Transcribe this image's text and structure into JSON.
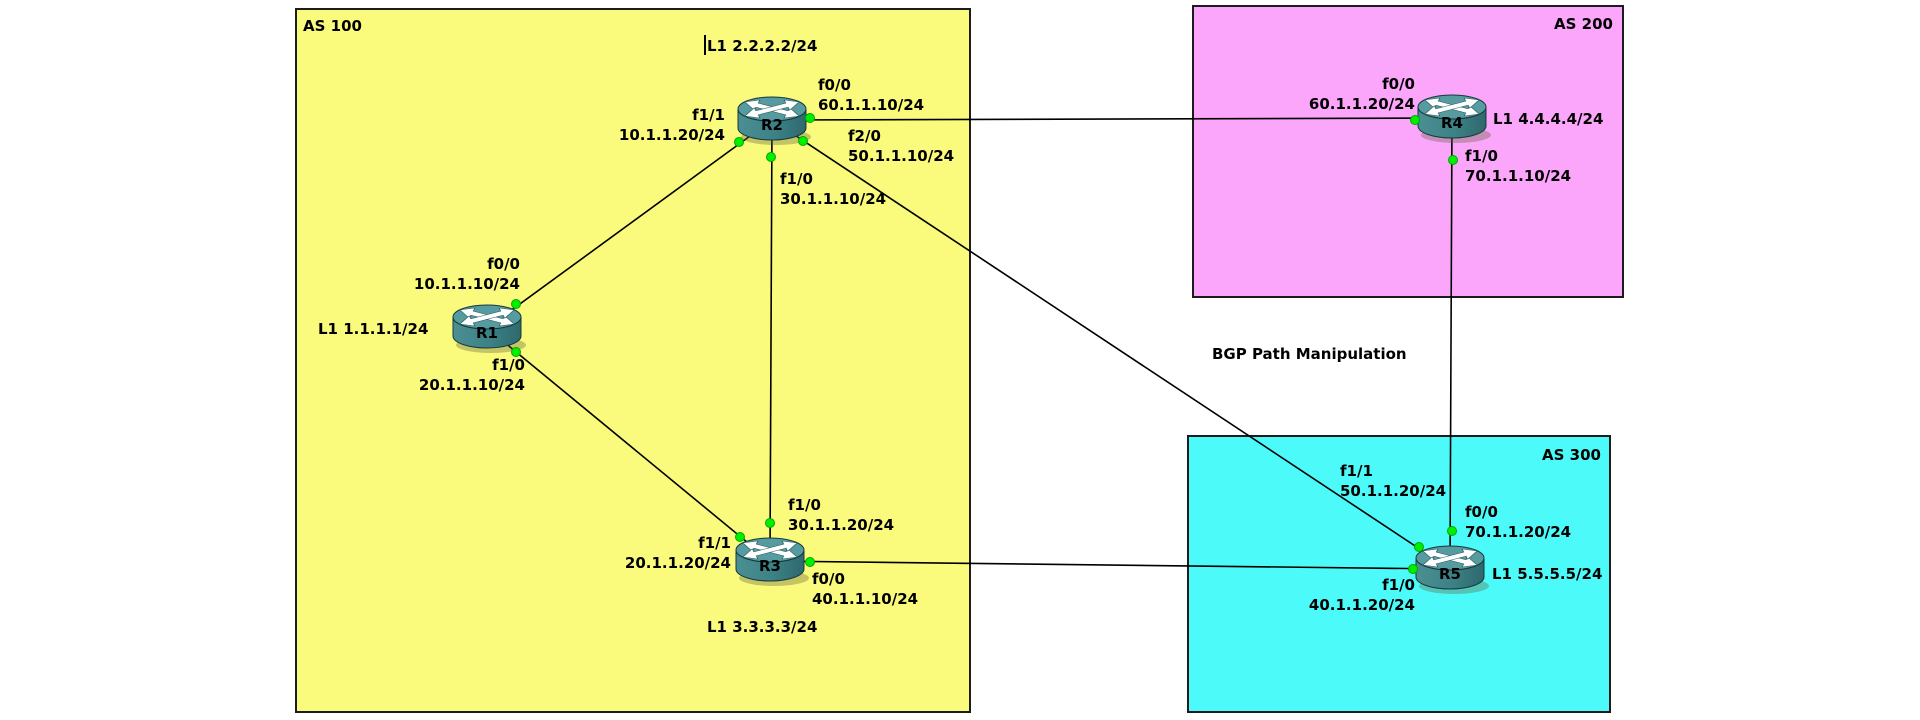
{
  "title": "BGP Path Manipulation",
  "as_regions": [
    {
      "label": "AS 100",
      "color": "#fafa7d"
    },
    {
      "label": "AS 200",
      "color": "#fba6fb"
    },
    {
      "label": "AS 300",
      "color": "#4dfafa"
    }
  ],
  "routers": [
    {
      "label": "R1",
      "loopback": "L1 1.1.1.1/24"
    },
    {
      "label": "R2",
      "loopback": "L1 2.2.2.2/24"
    },
    {
      "label": "R3",
      "loopback": "L1 3.3.3.3/24"
    },
    {
      "label": "R4",
      "loopback": "L1 4.4.4.4/24"
    },
    {
      "label": "R5",
      "loopback": "L1 5.5.5.5/24"
    }
  ],
  "interfaces": [
    {
      "router": "R1",
      "port": "f0/0",
      "ip": "10.1.1.10/24"
    },
    {
      "router": "R1",
      "port": "f1/0",
      "ip": "20.1.1.10/24"
    },
    {
      "router": "R2",
      "port": "f1/1",
      "ip": "10.1.1.20/24"
    },
    {
      "router": "R2",
      "port": "f0/0",
      "ip": "60.1.1.10/24"
    },
    {
      "router": "R2",
      "port": "f2/0",
      "ip": "50.1.1.10/24"
    },
    {
      "router": "R2",
      "port": "f1/0",
      "ip": "30.1.1.10/24"
    },
    {
      "router": "R3",
      "port": "f1/0",
      "ip": "30.1.1.20/24"
    },
    {
      "router": "R3",
      "port": "f1/1",
      "ip": "20.1.1.20/24"
    },
    {
      "router": "R3",
      "port": "f0/0",
      "ip": "40.1.1.10/24"
    },
    {
      "router": "R4",
      "port": "f0/0",
      "ip": "60.1.1.20/24"
    },
    {
      "router": "R4",
      "port": "f1/0",
      "ip": "70.1.1.10/24"
    },
    {
      "router": "R5",
      "port": "f1/1",
      "ip": "50.1.1.20/24"
    },
    {
      "router": "R5",
      "port": "f0/0",
      "ip": "70.1.1.20/24"
    },
    {
      "router": "R5",
      "port": "f1/0",
      "ip": "40.1.1.20/24"
    }
  ],
  "links": [
    {
      "from": "R1",
      "to": "R2"
    },
    {
      "from": "R1",
      "to": "R3"
    },
    {
      "from": "R2",
      "to": "R3"
    },
    {
      "from": "R2",
      "to": "R4"
    },
    {
      "from": "R2",
      "to": "R5"
    },
    {
      "from": "R3",
      "to": "R5"
    },
    {
      "from": "R4",
      "to": "R5"
    }
  ],
  "colors": {
    "link": "#000000",
    "endpoint": "#00ee00",
    "router_top": "#569b9f",
    "router_body": "#3c8185",
    "box_border": "#1c1c1c"
  }
}
